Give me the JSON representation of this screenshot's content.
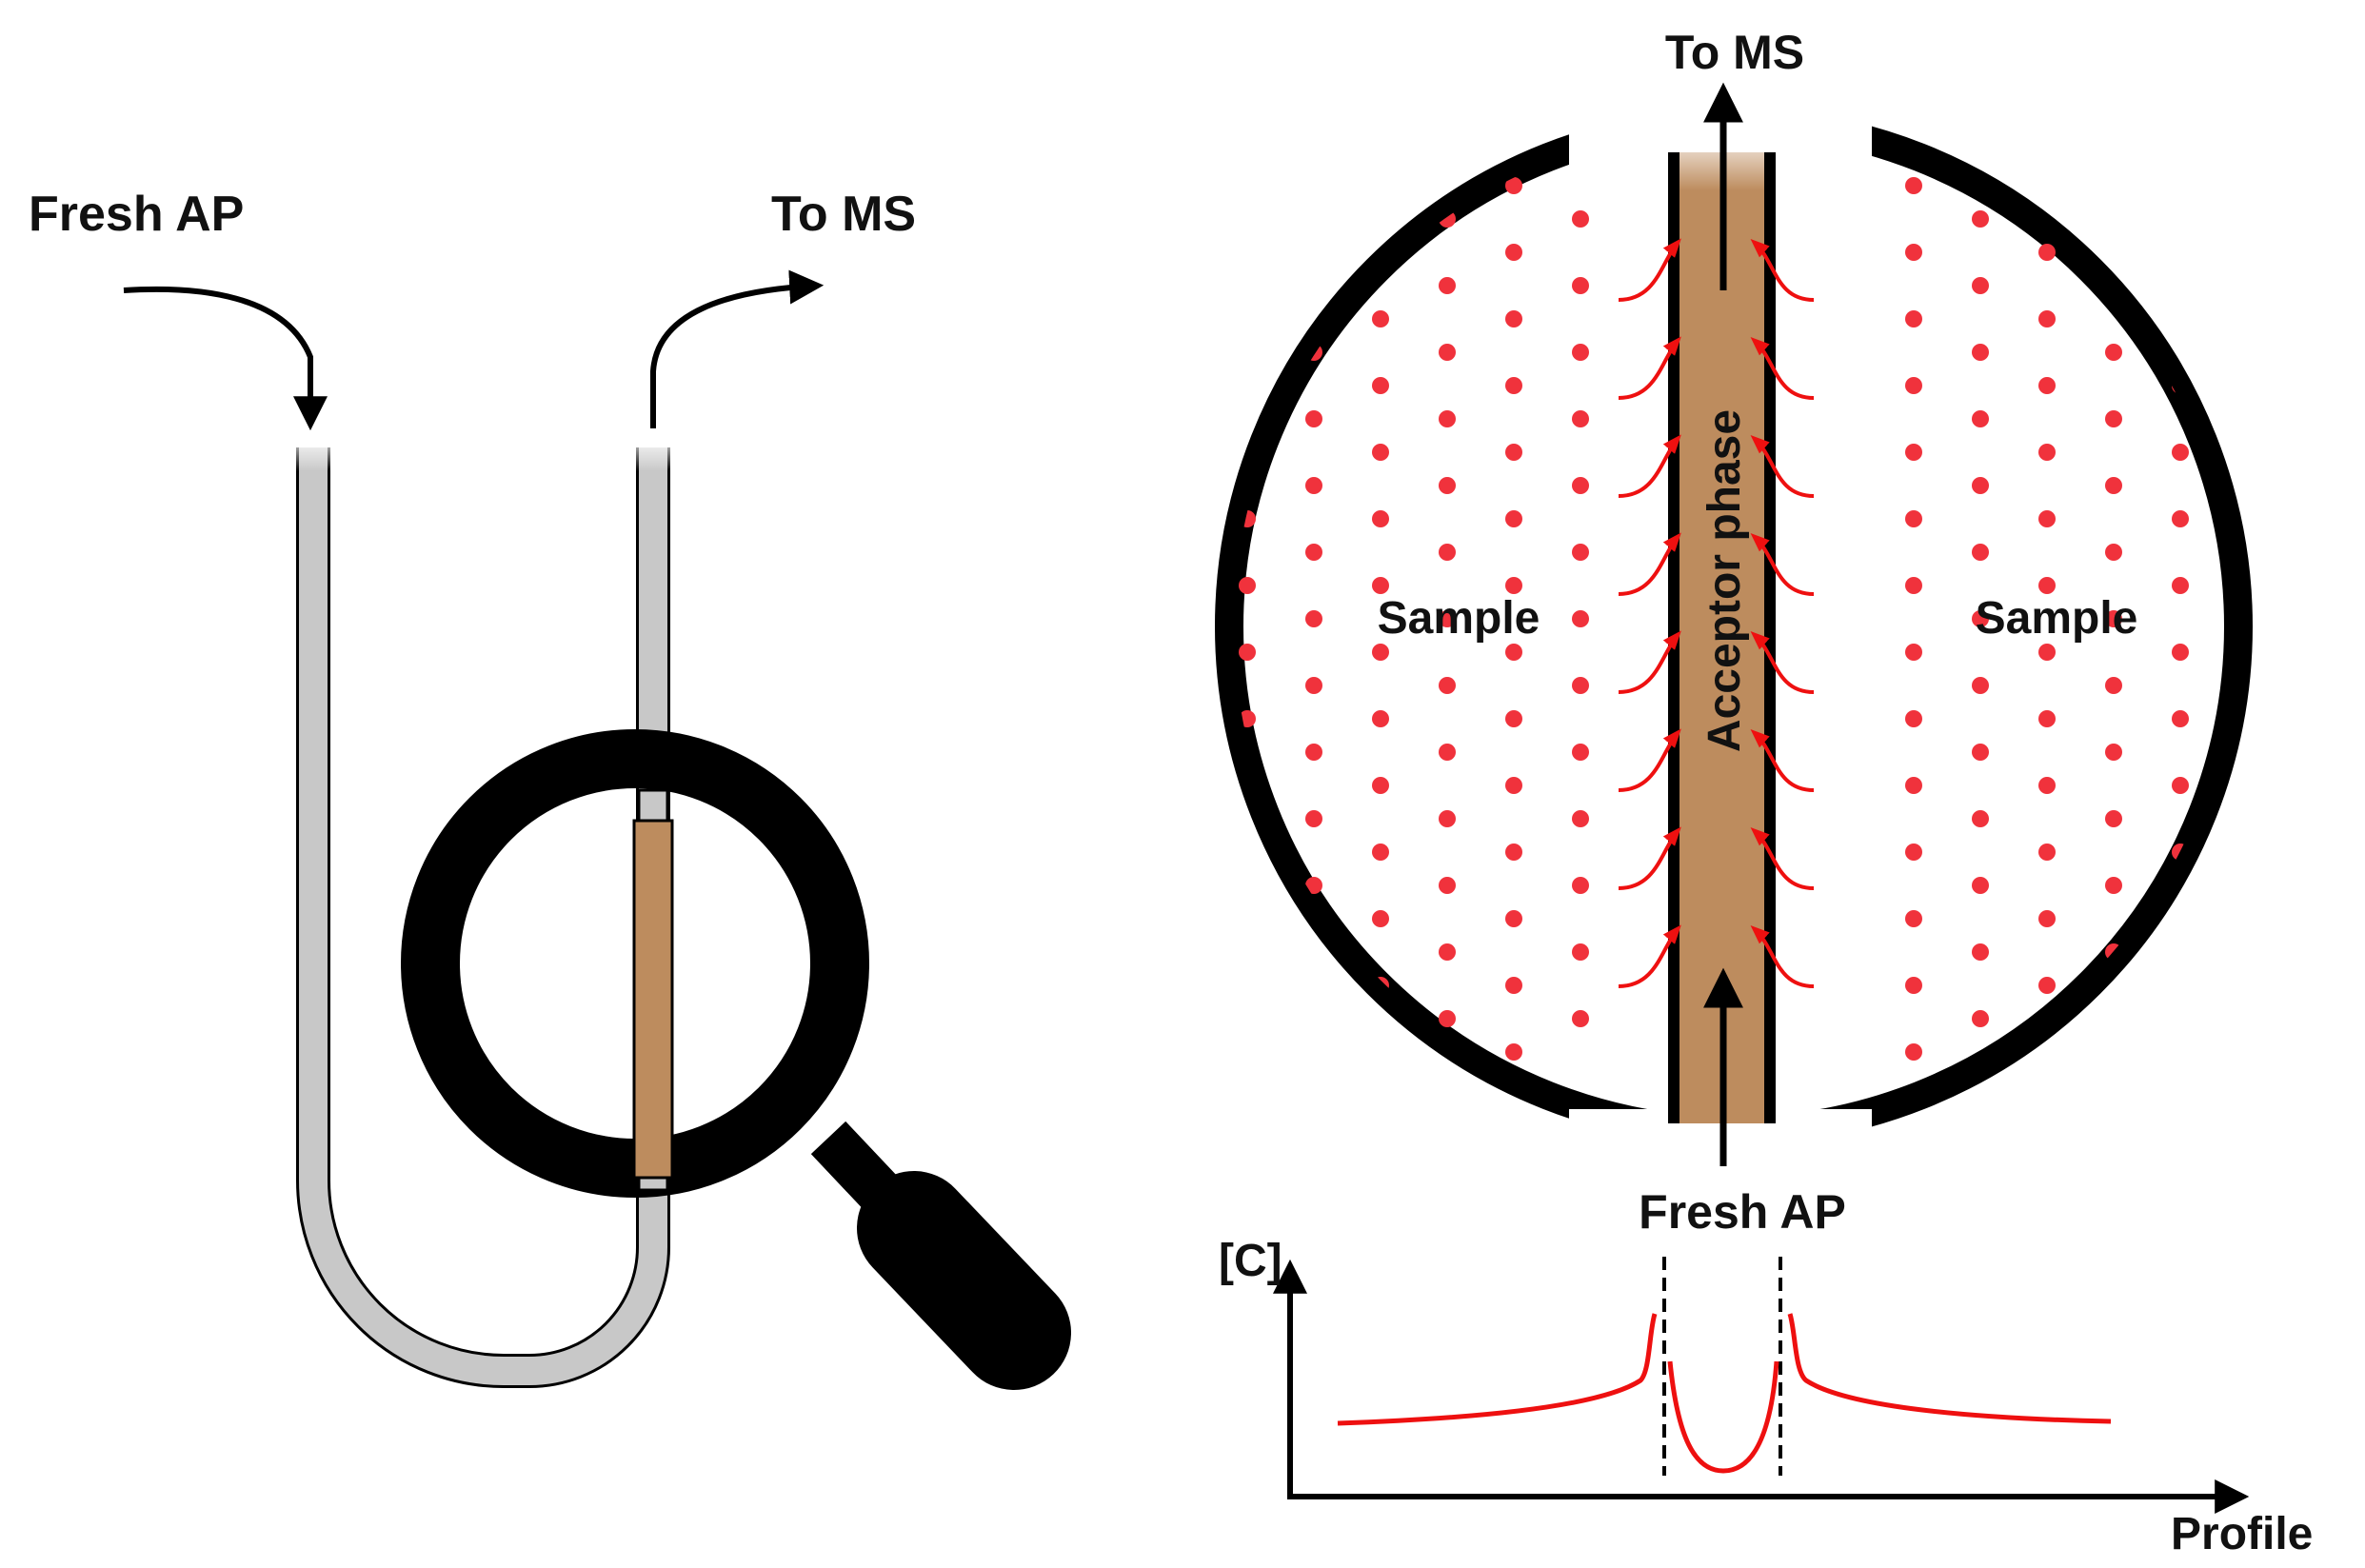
{
  "left_panel": {
    "inlet_label": "Fresh AP",
    "outlet_label": "To MS"
  },
  "zoom_panel": {
    "top_label": "To MS",
    "bottom_label": "Fresh AP",
    "sample_left_label": "Sample",
    "sample_right_label": "Sample",
    "channel_label": "Acceptor phase"
  },
  "profile_plot": {
    "y_axis_label": "[C]",
    "x_axis_label": "Profile"
  },
  "colors": {
    "tube": "#c8c8c8",
    "acceptor_phase": "#bd8c5e",
    "analyte_dots": "#f0323c",
    "flux_arrows": "#ee1010",
    "profile_curve": "#ee1010",
    "outline": "#000000"
  }
}
